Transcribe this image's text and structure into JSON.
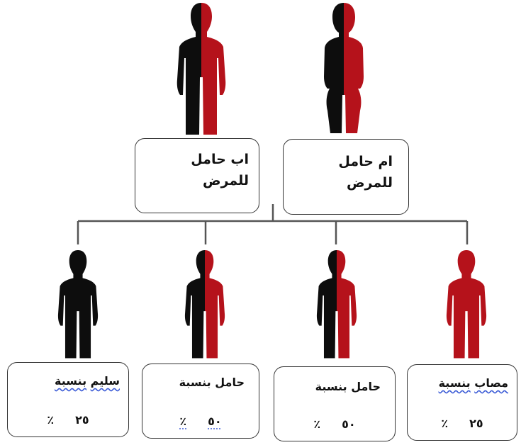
{
  "colors": {
    "affected": "#b5121b",
    "healthy": "#0d0d0d",
    "line": "#555555"
  },
  "parents": [
    {
      "id": "mother",
      "line1": "ام حامل",
      "line2": "للمرض",
      "figure": "half-black-half-red"
    },
    {
      "id": "father",
      "line1": "اب حامل",
      "line2": "للمرض",
      "figure": "half-black-half-red"
    }
  ],
  "children": [
    {
      "id": "affected",
      "label_word": "مصاب",
      "label_rest": "بنسبة",
      "value": "٢٥",
      "unit": "٪",
      "figure": "red"
    },
    {
      "id": "carrier1",
      "label_word": "حامل",
      "label_rest": "بنسبة",
      "value": "٥٠",
      "unit": "٪",
      "figure": "half-black-half-red"
    },
    {
      "id": "carrier2",
      "label_word": "حامل",
      "label_rest": "بنسبة",
      "value": "٥٠",
      "unit": "٪",
      "figure": "half-black-half-red"
    },
    {
      "id": "healthy",
      "label_word": "سليم",
      "label_rest": "بنسبة",
      "value": "٢٥",
      "unit": "٪",
      "figure": "black"
    }
  ]
}
